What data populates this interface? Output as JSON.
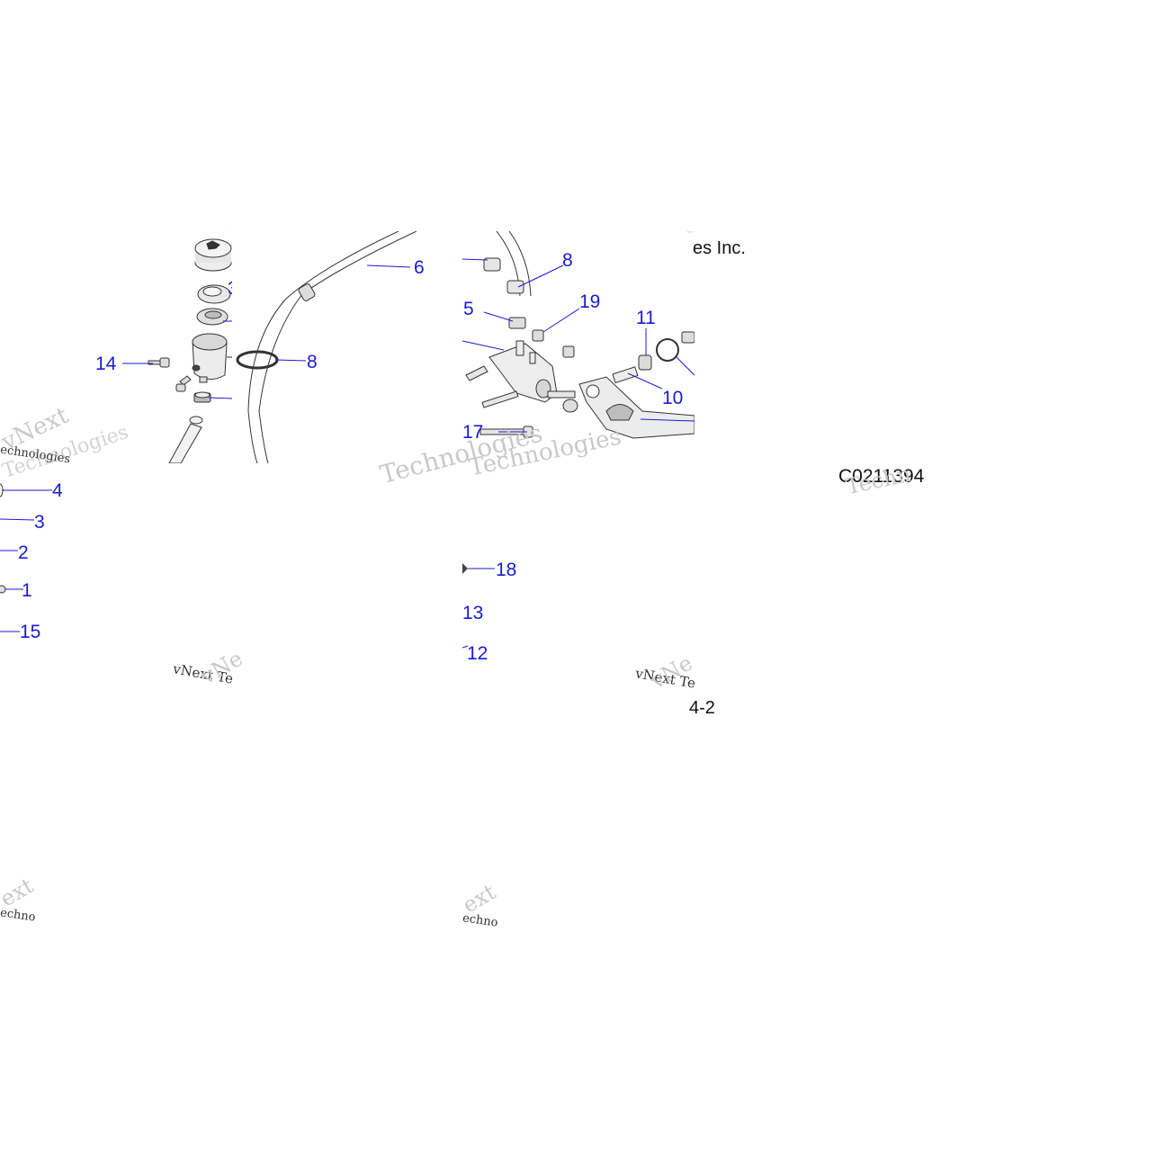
{
  "diagram": {
    "figure_id": "C0211394",
    "page_ref": "4-2",
    "company_fragment": "es Inc.",
    "callouts_left": [
      {
        "id": "c6",
        "label": "6"
      },
      {
        "id": "c8a",
        "label": "8"
      },
      {
        "id": "c14",
        "label": "14"
      },
      {
        "id": "c4",
        "label": "4"
      },
      {
        "id": "c3",
        "label": "3"
      },
      {
        "id": "c2",
        "label": "2"
      },
      {
        "id": "c1",
        "label": "1"
      },
      {
        "id": "c15",
        "label": "15"
      }
    ],
    "callouts_right": [
      {
        "id": "c8b",
        "label": "8"
      },
      {
        "id": "c5",
        "label": "5"
      },
      {
        "id": "c19",
        "label": "19"
      },
      {
        "id": "c11",
        "label": "11"
      },
      {
        "id": "c10",
        "label": "10"
      },
      {
        "id": "c17",
        "label": "17"
      },
      {
        "id": "c18",
        "label": "18"
      },
      {
        "id": "c13",
        "label": "13"
      },
      {
        "id": "c12",
        "label": "12"
      }
    ],
    "watermarks": [
      "vNext",
      "Technologies",
      "chnologies",
      "echnologies",
      "vNext Te",
      "Techn",
      "vNe",
      "ext",
      "echno"
    ]
  },
  "colors": {
    "callout": "#1a1ad6",
    "line_art": "#555555",
    "watermark": "#c9c9c9"
  }
}
